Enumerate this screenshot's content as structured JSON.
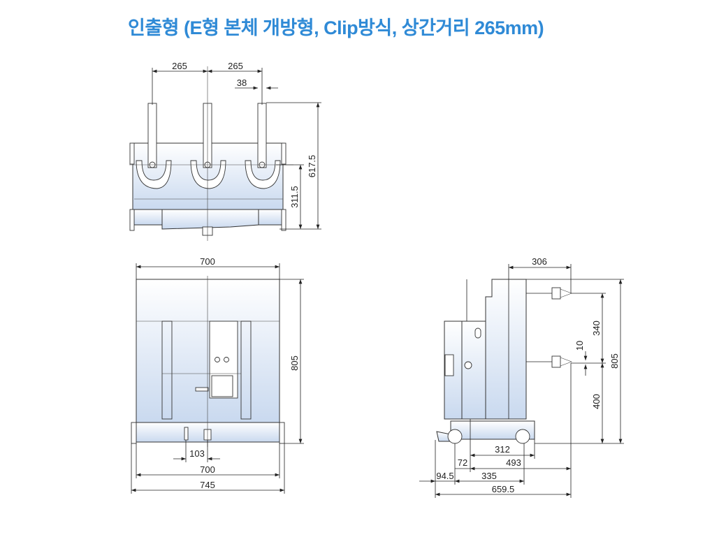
{
  "title": "인출형 (E형 본체 개방형, Clip방식, 상간거리 265mm)",
  "top_view": {
    "dims": {
      "pitch_left": "265",
      "pitch_right": "265",
      "terminal_width": "38",
      "total_height": "617.5",
      "terminal_height": "311.5"
    }
  },
  "front_view": {
    "dims": {
      "width_top": "700",
      "height": "805",
      "offset": "103",
      "width_bottom": "700",
      "overall_width": "745"
    }
  },
  "side_view": {
    "dims": {
      "clip_depth": "306",
      "overall_height": "805",
      "pitch_vertical": "340",
      "clip_offset": "10",
      "lower_height": "400",
      "wheel_span": "312",
      "d72": "72",
      "d493": "493",
      "d94_5": "94.5",
      "d335": "335",
      "overall_depth": "659.5"
    }
  },
  "colors": {
    "title": "#2f8ad6",
    "body_top": "#ffffff",
    "body_bottom": "#c9d9ef"
  }
}
